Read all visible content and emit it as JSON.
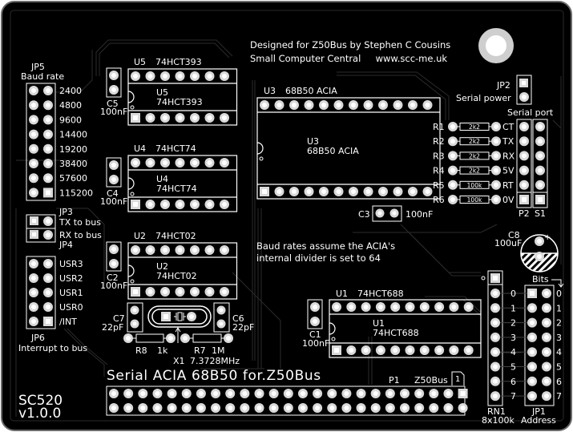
{
  "board": {
    "name": "SC520",
    "version": "v1.0.0",
    "title": "Serial ACIA 68B50 for.Z50Bus",
    "credit_line1": "Designed for Z50Bus by Stephen C Cousins",
    "credit_line2": "Small Computer Central     www.scc-me.uk",
    "note_line1": "Baud rates assume the ACIA's",
    "note_line2": "internal divider is set to 64",
    "colors": {
      "board": "#000000",
      "silk": "#ffffff",
      "pad": "#d9d9d9",
      "pad_hole": "#ffffff",
      "trace": "#1a1a1a",
      "edge": "#4a4a4a"
    }
  },
  "jp5": {
    "ref": "JP5",
    "label": "Baud rate",
    "rates": [
      "2400",
      "4800",
      "9600",
      "14400",
      "19200",
      "38400",
      "57600",
      "115200"
    ]
  },
  "jp3": {
    "ref": "JP3",
    "label": "TX to bus"
  },
  "jp4": {
    "ref": "JP4",
    "label": "RX to bus"
  },
  "jp6": {
    "ref": "JP6",
    "label": "Interrupt to bus",
    "lines": [
      "USR3",
      "USR2",
      "USR1",
      "USR0",
      "/INT"
    ]
  },
  "chips": {
    "u5": {
      "ref": "U5",
      "part": "74HCT393"
    },
    "u4": {
      "ref": "U4",
      "part": "74HCT74"
    },
    "u2": {
      "ref": "U2",
      "part": "74HCT02"
    },
    "u3": {
      "ref": "U3",
      "part": "68B50 ACIA"
    },
    "u1": {
      "ref": "U1",
      "part": "74HCT688"
    }
  },
  "caps": {
    "c5": {
      "ref": "C5",
      "value": "100nF"
    },
    "c4": {
      "ref": "C4",
      "value": "100nF"
    },
    "c2": {
      "ref": "C2",
      "value": "100nF"
    },
    "c3": {
      "ref": "C3",
      "value": "100nF"
    },
    "c1": {
      "ref": "C1",
      "value": "100nF"
    },
    "c7": {
      "ref": "C7",
      "value": "22pF"
    },
    "c6": {
      "ref": "C6",
      "value": "22pF"
    },
    "c8": {
      "ref": "C8",
      "value": "100uF"
    }
  },
  "resistors": {
    "r8": {
      "ref": "R8",
      "value": "1k"
    },
    "r7": {
      "ref": "R7",
      "value": "1M"
    },
    "serial": [
      {
        "ref": "R1",
        "value": "2k2",
        "signal": "CT"
      },
      {
        "ref": "R2",
        "value": "2k2",
        "signal": "TX"
      },
      {
        "ref": "R3",
        "value": "2k2",
        "signal": "RX"
      },
      {
        "ref": "R4",
        "value": "2k2",
        "signal": "5V"
      },
      {
        "ref": "R5",
        "value": "100k",
        "signal": "RT"
      },
      {
        "ref": "R6",
        "value": "100k",
        "signal": "0V"
      }
    ]
  },
  "crystal": {
    "ref": "X1",
    "value": "7.3728MHz"
  },
  "jp2": {
    "ref": "JP2",
    "label": "Serial power"
  },
  "serial_port": {
    "label": "Serial port",
    "p2": "P2",
    "s1": "S1"
  },
  "rn1": {
    "ref": "RN1",
    "value": "8x100k"
  },
  "jp1": {
    "ref": "JP1",
    "label": "Address",
    "bits_label": "Bits",
    "bits": [
      "0",
      "1",
      "2",
      "3",
      "4",
      "5",
      "6",
      "7"
    ]
  },
  "p1": {
    "ref": "P1",
    "label": "Z50Bus",
    "pin1": "1"
  }
}
